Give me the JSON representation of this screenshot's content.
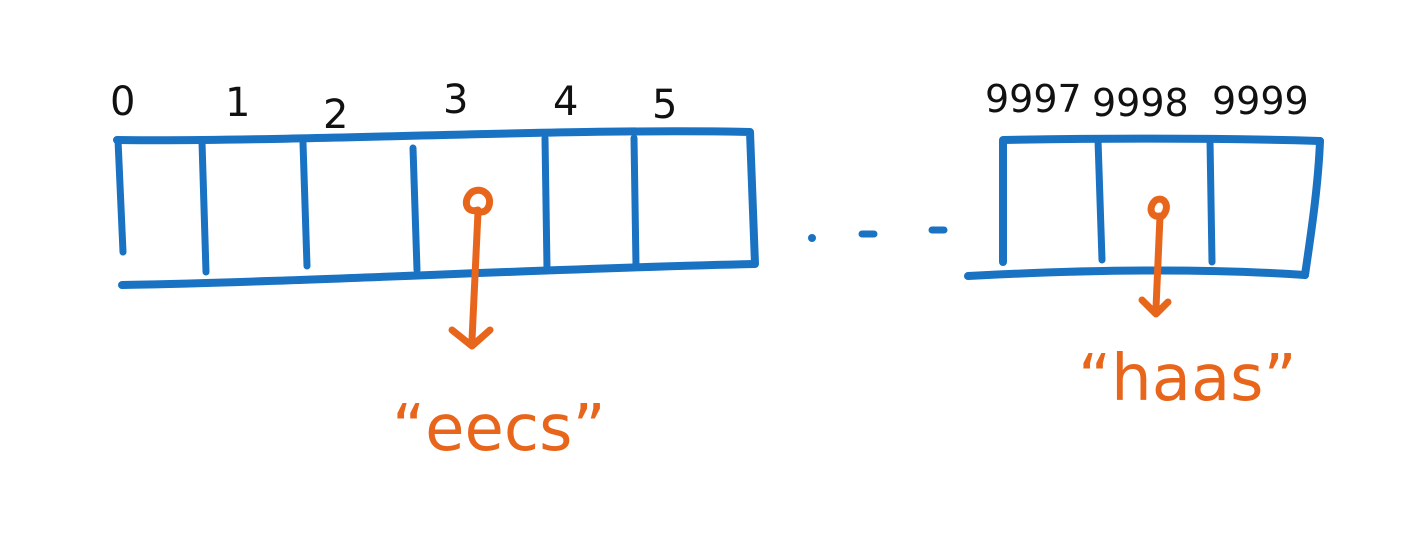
{
  "diagram": {
    "left_array": {
      "indices": [
        "0",
        "1",
        "2",
        "3",
        "4",
        "5"
      ]
    },
    "right_array": {
      "indices": [
        "9997",
        "9998",
        "9999"
      ]
    },
    "ellipsis": ". - -",
    "pointers": [
      {
        "from_index": "3",
        "value": "“eecs”"
      },
      {
        "from_index": "9998",
        "value": "“haas”"
      }
    ],
    "colors": {
      "array_stroke": "#1A72C2",
      "pointer": "#E8661C",
      "index_text": "#111111",
      "background": "#ffffff"
    }
  }
}
